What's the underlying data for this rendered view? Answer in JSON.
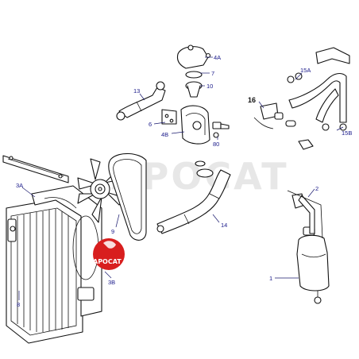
{
  "callouts": {
    "c4a": "4A",
    "c7": "7",
    "c10": "10",
    "c13": "13",
    "c6": "6",
    "c4b": "4B",
    "c80": "80",
    "c15a": "15A",
    "c16": "16",
    "c15b": "15B",
    "c3a": "3A",
    "c9": "9",
    "c14": "14",
    "c2": "2",
    "c3b": "3B",
    "c8": "8",
    "c1": "1"
  },
  "watermark": {
    "text": "APOCAT"
  },
  "logo": {
    "text": "APOCAT",
    "color": "#d81e1e"
  }
}
